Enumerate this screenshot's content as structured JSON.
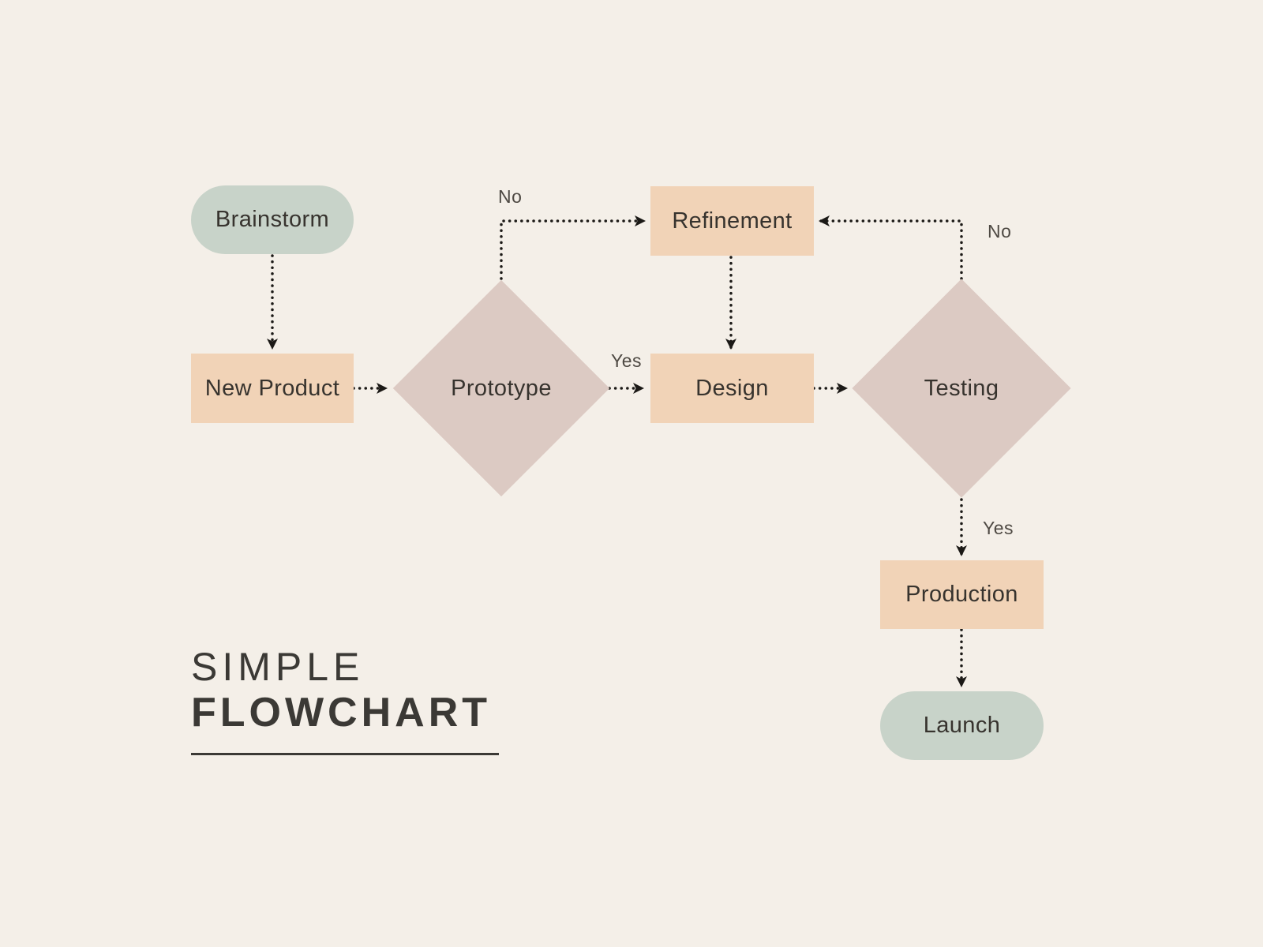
{
  "title": {
    "line1": "SIMPLE",
    "line2": "FLOWCHART"
  },
  "flowchart": {
    "nodes": [
      {
        "id": "brainstorm",
        "label": "Brainstorm",
        "shape": "pill",
        "role": "terminator"
      },
      {
        "id": "new-product",
        "label": "New Product",
        "shape": "rect",
        "role": "process"
      },
      {
        "id": "prototype",
        "label": "Prototype",
        "shape": "diamond",
        "role": "decision"
      },
      {
        "id": "refinement",
        "label": "Refinement",
        "shape": "rect",
        "role": "process"
      },
      {
        "id": "design",
        "label": "Design",
        "shape": "rect",
        "role": "process"
      },
      {
        "id": "testing",
        "label": "Testing",
        "shape": "diamond",
        "role": "decision"
      },
      {
        "id": "production",
        "label": "Production",
        "shape": "rect",
        "role": "process"
      },
      {
        "id": "launch",
        "label": "Launch",
        "shape": "pill",
        "role": "terminator"
      }
    ],
    "edges": [
      {
        "from": "brainstorm",
        "to": "new-product",
        "label": ""
      },
      {
        "from": "new-product",
        "to": "prototype",
        "label": ""
      },
      {
        "from": "prototype",
        "to": "refinement",
        "label": "No"
      },
      {
        "from": "prototype",
        "to": "design",
        "label": "Yes"
      },
      {
        "from": "refinement",
        "to": "design",
        "label": ""
      },
      {
        "from": "design",
        "to": "testing",
        "label": ""
      },
      {
        "from": "testing",
        "to": "refinement",
        "label": "No"
      },
      {
        "from": "testing",
        "to": "production",
        "label": "Yes"
      },
      {
        "from": "production",
        "to": "launch",
        "label": ""
      }
    ]
  },
  "colors": {
    "bg": "#f4efe8",
    "pill": "#c8d3c9",
    "rect": "#f1d3b7",
    "diamond": "#dccac3",
    "ink": "#1b1916",
    "node-text": "#37332e",
    "label-text": "#4e4943",
    "title-text": "#3b3935"
  }
}
